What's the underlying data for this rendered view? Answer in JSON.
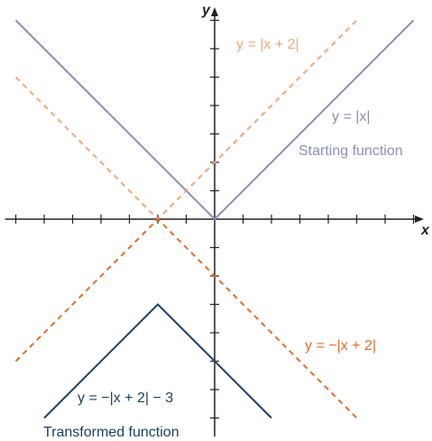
{
  "chart_data": {
    "type": "line",
    "xlabel": "x",
    "ylabel": "y",
    "xlim": [
      -7,
      7.5
    ],
    "ylim": [
      -7.5,
      7.5
    ],
    "grid": false,
    "x_ticks": [
      -7,
      -6,
      -5,
      -4,
      -3,
      -2,
      -1,
      1,
      2,
      3,
      4,
      5,
      6,
      7
    ],
    "y_ticks": [
      -7,
      -6,
      -5,
      -4,
      -3,
      -2,
      -1,
      1,
      2,
      3,
      4,
      5,
      6,
      7
    ],
    "series": [
      {
        "name": "y = |x|",
        "style": "solid",
        "color": "#8a8fb4",
        "x": [
          -7,
          0,
          7
        ],
        "y": [
          7,
          0,
          7
        ]
      },
      {
        "name": "y = |x + 2|",
        "style": "dashed",
        "color": "#f2a77c",
        "x": [
          -7,
          -2,
          5
        ],
        "y": [
          5,
          0,
          7
        ]
      },
      {
        "name": "y = −|x + 2|",
        "style": "dashed",
        "color": "#e46d2f",
        "x": [
          -7,
          -2,
          5
        ],
        "y": [
          -5,
          0,
          -7
        ]
      },
      {
        "name": "y = −|x + 2| − 3",
        "style": "solid",
        "color": "#1b4061",
        "x": [
          -6,
          -2,
          2
        ],
        "y": [
          -7,
          -3,
          -7
        ]
      }
    ],
    "annotations": [
      {
        "text": "y = |x + 2|",
        "color": "#f2a77c"
      },
      {
        "text": "y = |x|",
        "color": "#8a8fb4"
      },
      {
        "text": "Starting function",
        "color": "#8a8fb4"
      },
      {
        "text": "y = −|x + 2|",
        "color": "#e46d2f"
      },
      {
        "text": "y = −|x + 2| − 3",
        "color": "#1b4061"
      },
      {
        "text": "Transformed function",
        "color": "#1b4061"
      }
    ]
  }
}
